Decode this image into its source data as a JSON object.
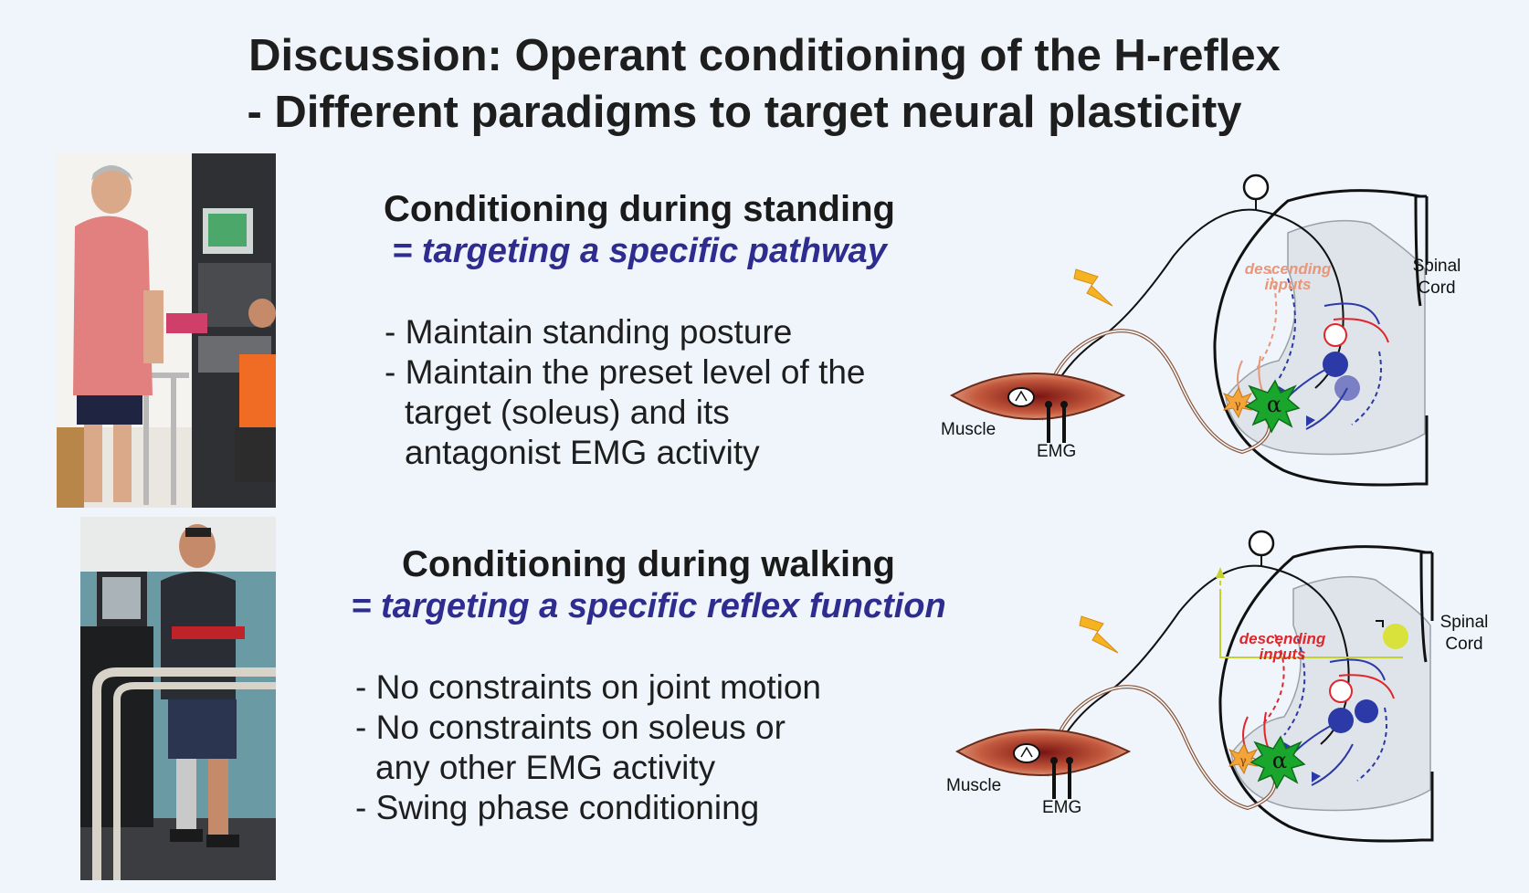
{
  "title": {
    "line1": "Discussion: Operant conditioning of the H-reflex",
    "line2": "- Different paradigms to target neural plasticity"
  },
  "standing": {
    "heading": "Conditioning during standing",
    "subheading": "= targeting a specific pathway",
    "bullets": [
      "- Maintain standing posture",
      "- Maintain the preset level of the",
      "target (soleus) and its",
      "antagonist EMG activity"
    ]
  },
  "walking": {
    "heading": "Conditioning during walking",
    "subheading": "= targeting a specific reflex function",
    "bullets": [
      "- No constraints on joint motion",
      "- No constraints on soleus or",
      "any other EMG activity",
      "- Swing phase conditioning"
    ]
  },
  "diagram_top": {
    "muscle_label": "Muscle",
    "emg_label": "EMG",
    "cord_label_1": "Spinal",
    "cord_label_2": "Cord",
    "descending_1": "descending",
    "descending_2": "inputs",
    "alpha": "α",
    "gamma": "γ"
  },
  "diagram_bottom": {
    "muscle_label": "Muscle",
    "emg_label": "EMG",
    "cord_label_1": "Spinal",
    "cord_label_2": "Cord",
    "descending_1": "descending",
    "descending_2": "inputs",
    "alpha": "α",
    "gamma": "γ"
  },
  "colors": {
    "subheading": "#2e2d8f",
    "descending_top": "#e8977a",
    "descending_bottom": "#e0262b",
    "alpha_neuron": "#1aa52c",
    "gamma_neuron": "#f3a43a",
    "interneuron_blue": "#2b3aa6",
    "interneuron_red": "#e0262b",
    "feedback_yellow": "#d9e23a",
    "gray_matter": "#dfe3ea"
  }
}
